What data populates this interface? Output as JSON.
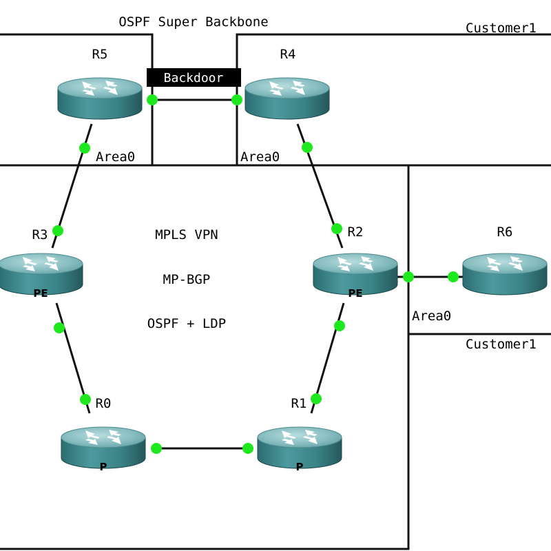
{
  "texts": {
    "super_backbone": "OSPF Super Backbone",
    "customer_top": "Customer1",
    "customer_right": "Customer1",
    "backdoor": "Backdoor",
    "mpls_vpn": "MPLS VPN",
    "mp_bgp": "MP-BGP",
    "ospf_ldp": "OSPF + LDP",
    "area_r5": "Area0",
    "area_r4": "Area0",
    "area_r6": "Area0"
  },
  "routers": [
    {
      "id": "r5",
      "name": "R5",
      "role": ""
    },
    {
      "id": "r4",
      "name": "R4",
      "role": ""
    },
    {
      "id": "r3",
      "name": "R3",
      "role": "PE"
    },
    {
      "id": "r2",
      "name": "R2",
      "role": "PE"
    },
    {
      "id": "r6",
      "name": "R6",
      "role": ""
    },
    {
      "id": "r0",
      "name": "R0",
      "role": "P"
    },
    {
      "id": "r1",
      "name": "R1",
      "role": "P"
    }
  ],
  "colors": {
    "router_body": "#3e8b8f",
    "router_top": "#8fc2c4",
    "port": "#1ee81e",
    "line": "#111111",
    "backdoor_bg": "#000000"
  }
}
